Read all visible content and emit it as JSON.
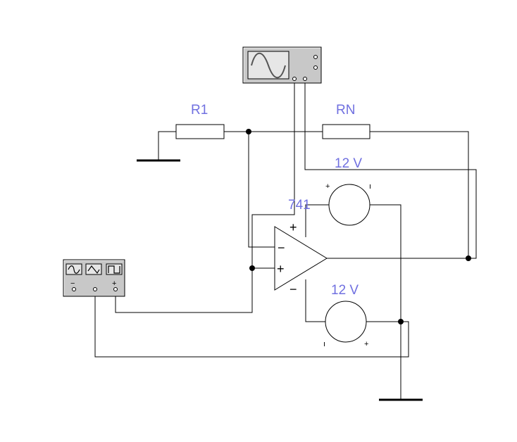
{
  "components": {
    "r1": {
      "label": "R1"
    },
    "rn": {
      "label": "RN"
    },
    "opamp": {
      "label": "741",
      "minus_sign": "−",
      "plus_sign": "+",
      "vplus_sign": "+",
      "vminus_sign": "−"
    },
    "supply_top": {
      "label": "12 V",
      "plus": "+",
      "minus": "ı"
    },
    "supply_bottom": {
      "label": "12 V",
      "plus": "+",
      "minus": "ı"
    },
    "function_generator": {
      "terminals": [
        "−",
        "+"
      ]
    },
    "oscilloscope": {}
  },
  "icons": [
    "oscilloscope-icon",
    "function-generator-icon",
    "ground-icon",
    "resistor-icon",
    "opamp-icon",
    "dc-source-icon"
  ],
  "colors": {
    "label": "#7070e0",
    "wire": "#000000",
    "instrument_body": "#c8c8c8"
  }
}
